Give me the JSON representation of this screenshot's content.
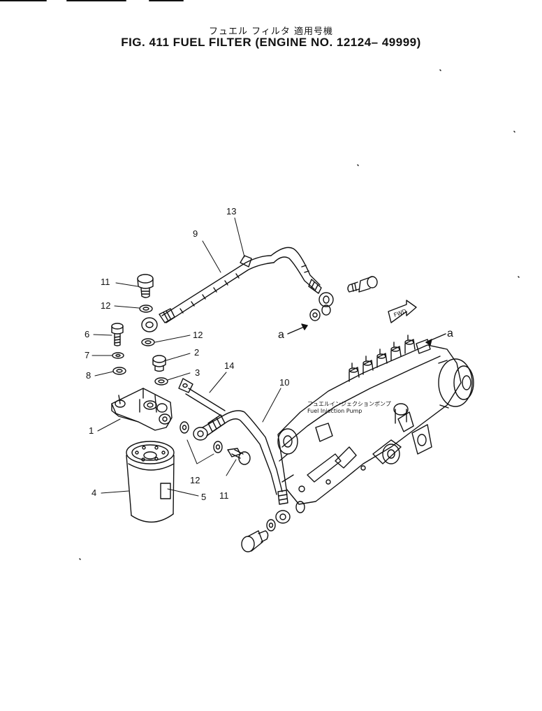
{
  "header": {
    "japanese_title": "フュエル フィルタ 適用号機",
    "figure_title": "FIG. 411   FUEL  FILTER  (ENGINE NO. 12124– 49999)"
  },
  "callouts": {
    "c1": "1",
    "c2": "2",
    "c3": "3",
    "c4": "4",
    "c5": "5",
    "c6": "6",
    "c7": "7",
    "c8": "8",
    "c9": "9",
    "c10": "10",
    "c11a": "11",
    "c11b": "11",
    "c12a": "12",
    "c12b": "12",
    "c12c": "12",
    "c13": "13",
    "c14": "14"
  },
  "refs": {
    "a_left": "a",
    "a_right": "a"
  },
  "pump_label": {
    "jp": "フュエルインジェクションポンプ",
    "en": "Fuel  Injection  Pump"
  },
  "fwd_label": "FWD"
}
